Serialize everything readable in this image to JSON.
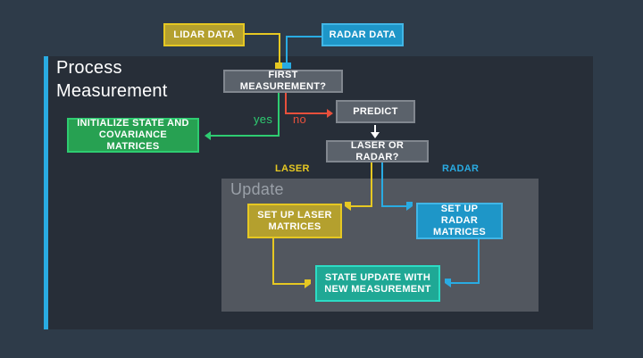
{
  "title": {
    "line1": "Process",
    "line2": "Measurement"
  },
  "update_panel": {
    "label": "Update"
  },
  "nodes": {
    "lidar": {
      "label": "LIDAR DATA"
    },
    "radar": {
      "label": "RADAR DATA"
    },
    "first_measurement": {
      "label": "FIRST MEASUREMENT?"
    },
    "predict": {
      "label": "PREDICT"
    },
    "laser_or_radar": {
      "label": "LASER OR RADAR?"
    },
    "initialize": {
      "label": "INITIALIZE STATE AND COVARIANCE MATRICES"
    },
    "setup_laser": {
      "label": "SET UP LASER MATRICES"
    },
    "setup_radar": {
      "label": "SET UP RADAR MATRICES"
    },
    "state_update": {
      "label": "STATE UPDATE WITH NEW MEASUREMENT"
    }
  },
  "edge_labels": {
    "yes": "yes",
    "no": "no",
    "laser": "LASER",
    "radar": "RADAR"
  },
  "colors": {
    "outer_background": "#2e3b49",
    "panel_background": "#272e38",
    "update_panel_background": "#52575f",
    "accent_blue": "#29abe2",
    "yellow": "#e6c822",
    "green": "#2ecc71",
    "red": "#e8503c",
    "teal": "#1fa895"
  }
}
